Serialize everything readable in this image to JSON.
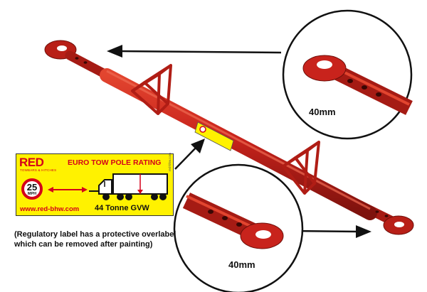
{
  "label": {
    "logo": "RED",
    "logo_sub": "TOWBARS & HITCHES",
    "heading": "EURO TOW POLE RATING",
    "side_url": "red-bhw.com",
    "speed_value": "25",
    "speed_unit": "MPH",
    "url": "www.red-bhw.com",
    "gvw": "44 Tonne GVW"
  },
  "note": "(Regulatory label has a protective overlabel which can be removed after painting)",
  "callouts": {
    "top_size": "40mm",
    "bottom_size": "40mm"
  },
  "colors": {
    "pole_red": "#c8231c",
    "pole_dark": "#7e120d",
    "label_yellow": "#fff200",
    "logo_red": "#d4001a"
  }
}
